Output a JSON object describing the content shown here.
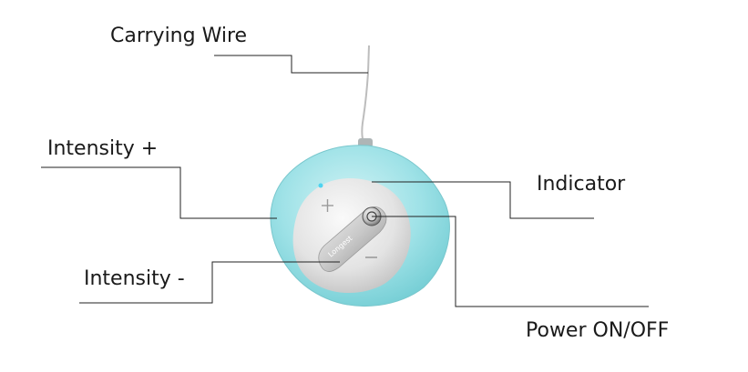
{
  "labels": {
    "carrying_wire": "Carrying Wire",
    "intensity_plus": "Intensity +",
    "indicator": "Indicator",
    "intensity_minus": "Intensity -",
    "power": "Power ON/OFF"
  },
  "device": {
    "brand": "Longest",
    "plus_symbol": "+",
    "minus_symbol": "−"
  },
  "colors": {
    "shell": "#8fdde2",
    "face": "#dedede",
    "leader_line": "#222222"
  }
}
